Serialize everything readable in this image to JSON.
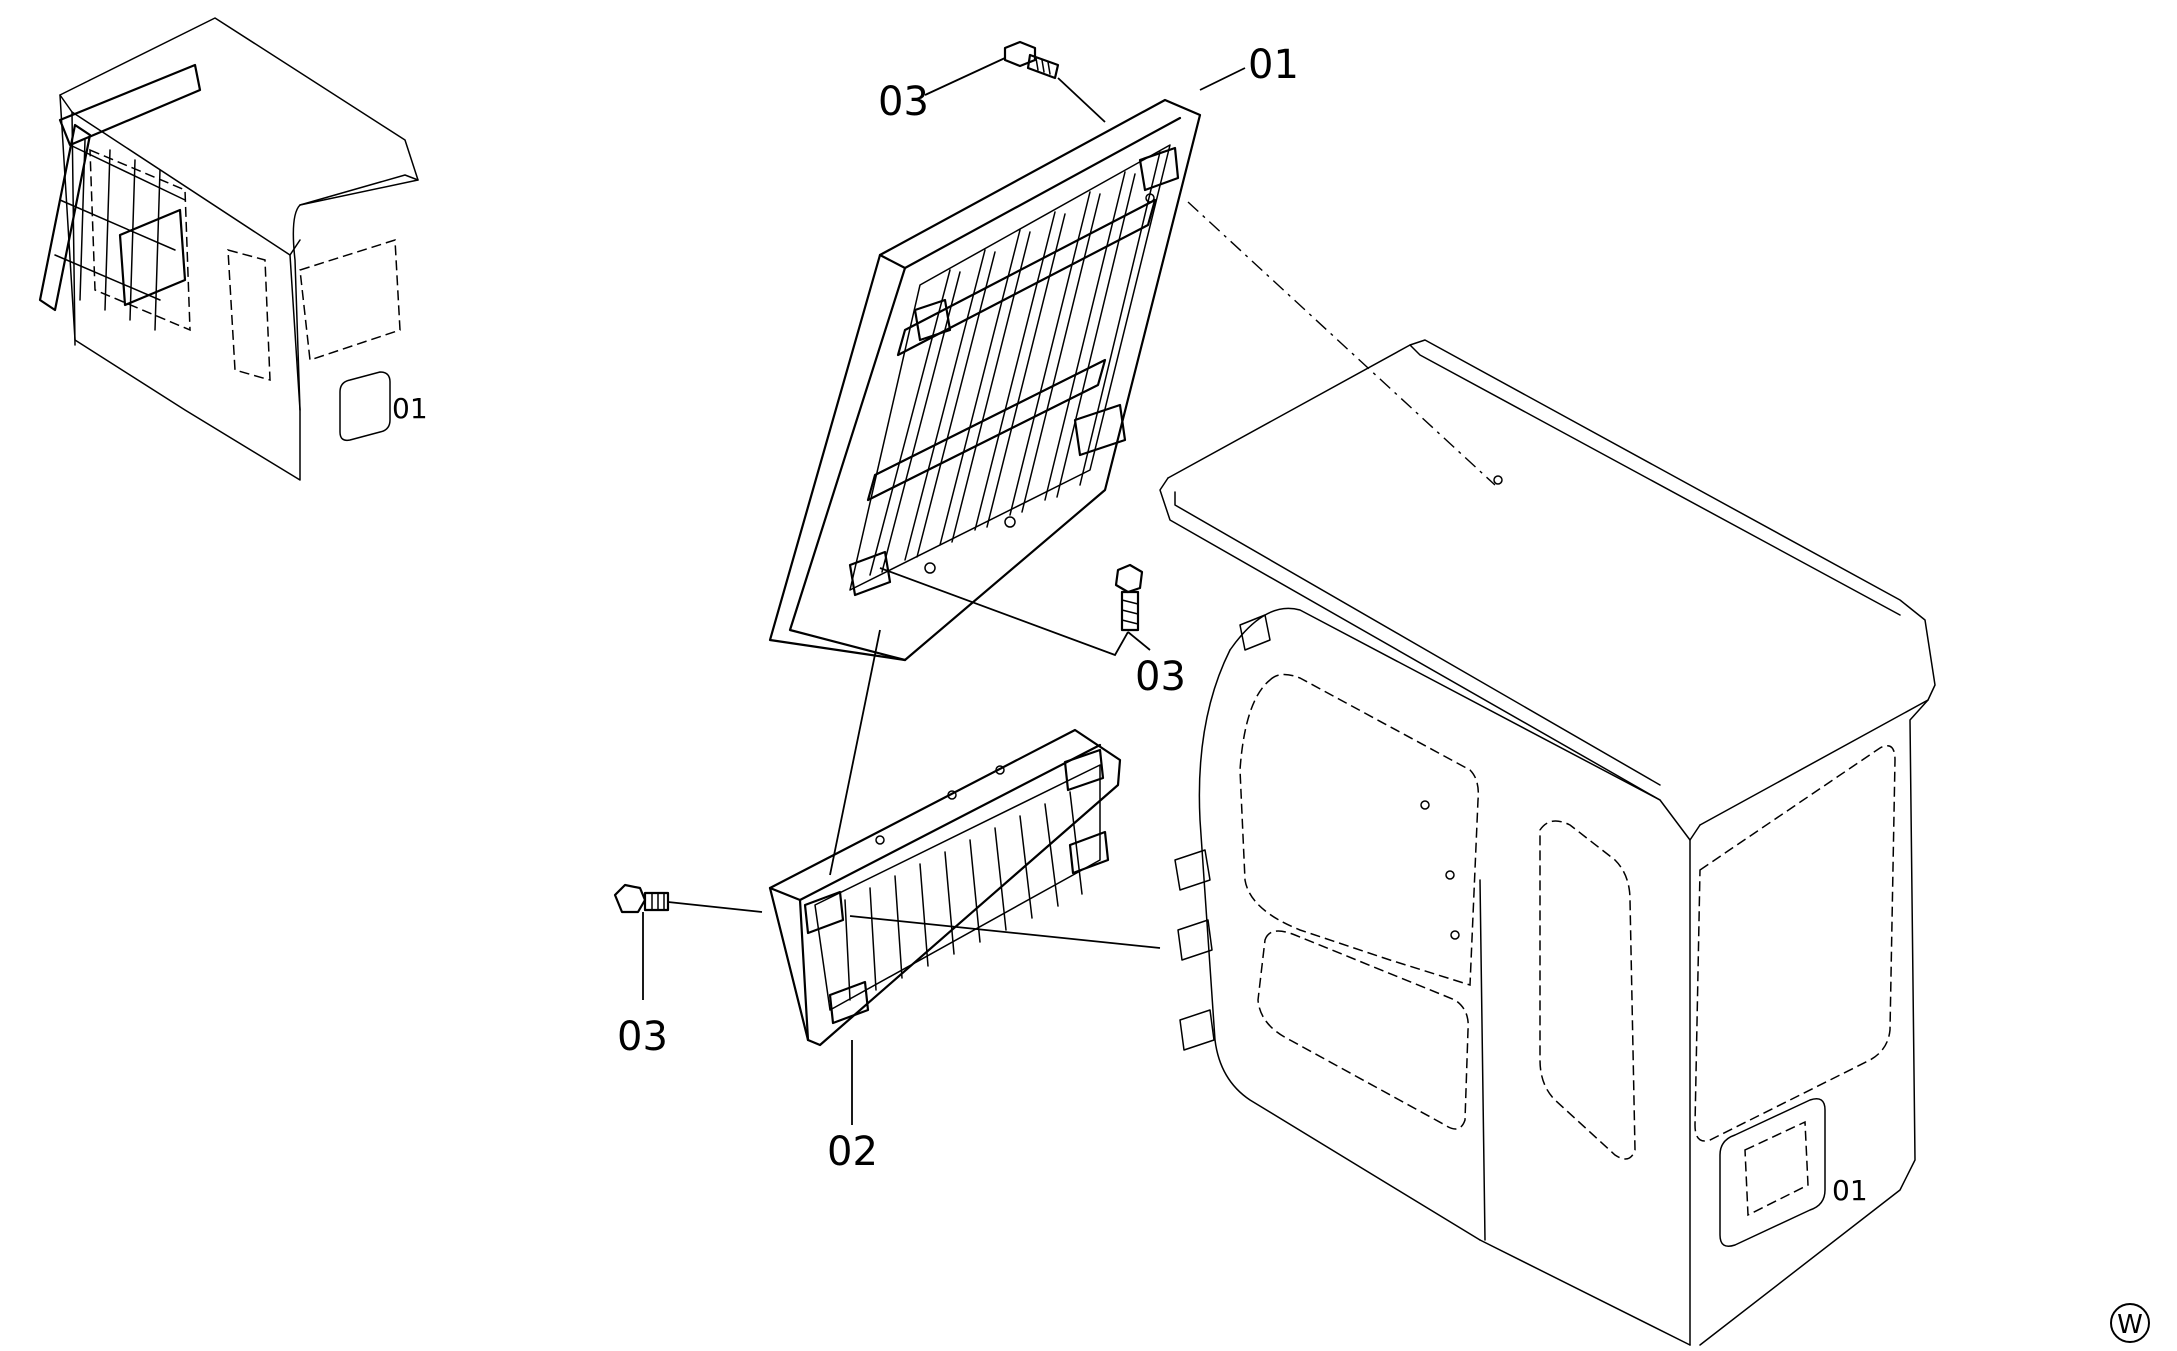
{
  "callouts": {
    "panel_top": "01",
    "panel_bottom": "02",
    "bolt_top": "03",
    "bolt_mid": "03",
    "bolt_left": "03"
  },
  "cab_marking": "01",
  "thumbnail_marking": "01",
  "corner_symbol": "W"
}
